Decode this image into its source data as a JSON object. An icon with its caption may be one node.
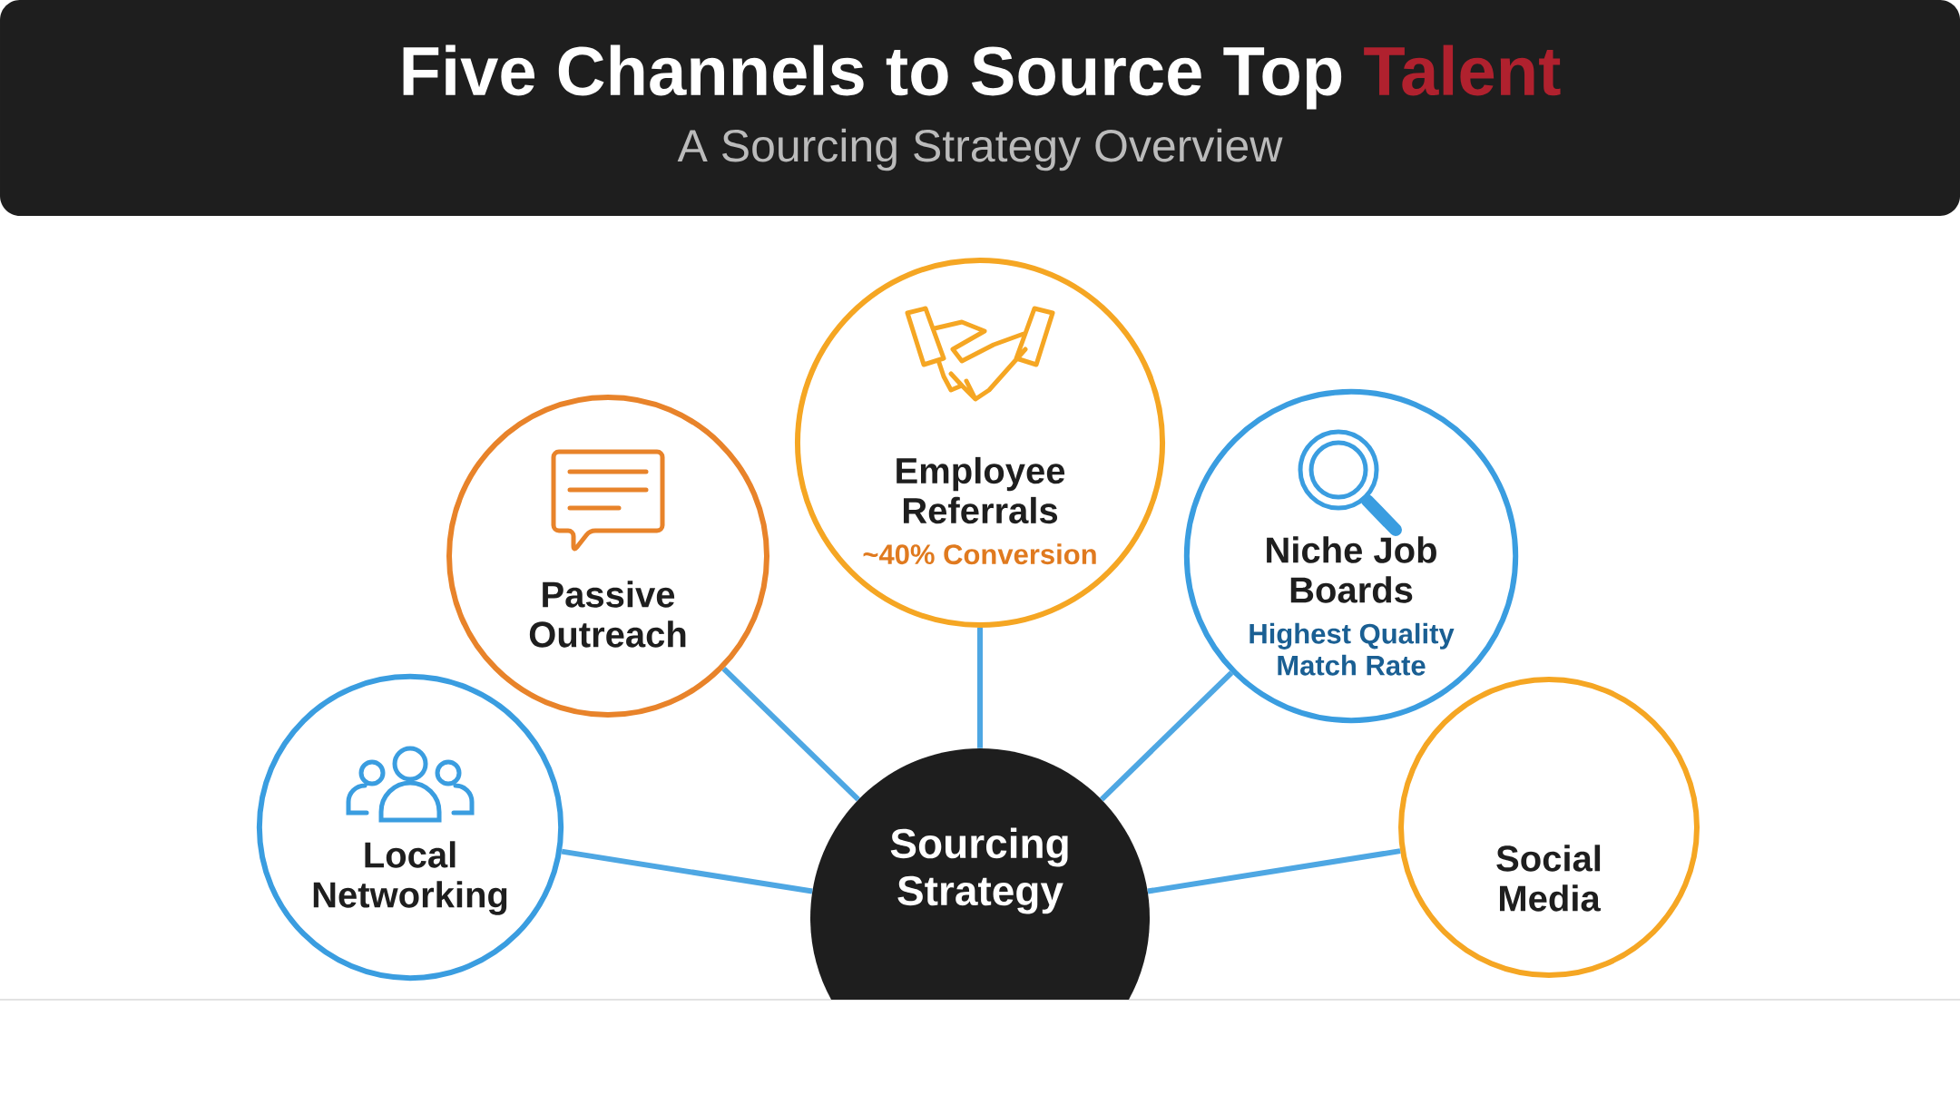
{
  "diagram": {
    "title": "Five Channels to Source Top",
    "nodes": [
      {
        "text": [
          "Sourcing Strategy"
        ]
      },
      {
        "text": [
          "Local Networking"
        ]
      },
      {
        "text": [
          "Passive Outreach"
        ]
      },
      {
        "text": [
          "Employee Referrals",
          "~40% Conversion"
        ]
      },
      {
        "text": [
          "Niche Job Boards",
          "Highest Quality Match Rate"
        ]
      },
      {
        "text": [
          "Social Media"
        ]
      }
    ],
    "edges": [
      {
        "from": 0,
        "to": 1,
        "arrow": "none"
      },
      {
        "from": 0,
        "to": 2,
        "arrow": "none"
      },
      {
        "from": 0,
        "to": 3,
        "arrow": "none"
      },
      {
        "from": 0,
        "to": 4,
        "arrow": "none"
      },
      {
        "from": 0,
        "to": 5,
        "arrow": "none"
      }
    ],
    "labels": [
      "Talent",
      "A Sourcing Strategy Overview"
    ]
  }
}
